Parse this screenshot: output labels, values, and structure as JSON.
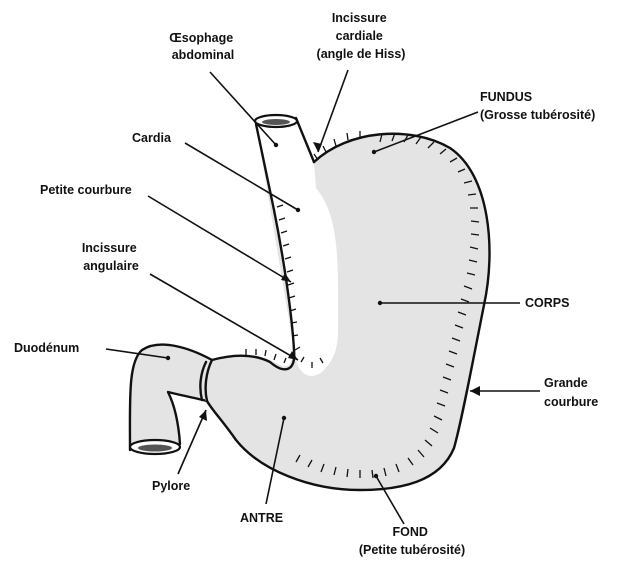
{
  "labels": {
    "oesophage": [
      "Œsophage",
      "abdominal"
    ],
    "incisure_cardiale": [
      "Incissure",
      "cardiale",
      "(angle de Hiss)"
    ],
    "fundus": [
      "FUNDUS",
      "(Grosse tubérosité)"
    ],
    "cardia": [
      "Cardia"
    ],
    "petite_courbure": [
      "Petite courbure"
    ],
    "incisure_angulaire": [
      "Incissure",
      "angulaire"
    ],
    "corps": [
      "CORPS"
    ],
    "duodenum": [
      "Duodénum"
    ],
    "grande_courbure": [
      "Grande",
      "courbure"
    ],
    "pylore": [
      "Pylore"
    ],
    "antre": [
      "ANTRE"
    ],
    "fond": [
      "FOND",
      "(Petite tubérosité)"
    ]
  },
  "colors": {
    "organ_fill": "#e4e4e4",
    "ink": "#111111",
    "background": "#ffffff"
  }
}
